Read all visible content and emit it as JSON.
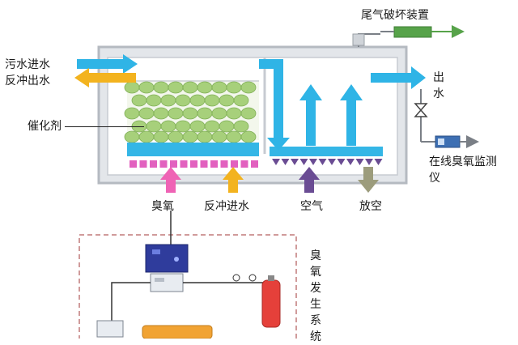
{
  "labels": {
    "wastewater_in": "污水进水",
    "backwash_out": "反冲出水",
    "catalyst": "催化剂",
    "ozone": "臭氧",
    "backwash_in": "反冲进水",
    "air": "空气",
    "vent": "放空",
    "outlet": "出水",
    "tail_gas": "尾气破坏装置",
    "online_monitor": "在线臭氧监测仪",
    "generator_system": "臭氧发生系统"
  },
  "colors": {
    "tank_fill": "#e3e6ea",
    "tank_stroke": "#b5bac1",
    "catalyst_ball": "#a7d07b",
    "water_arrow": "#2fb4e6",
    "backwash_arrow": "#f3b31f",
    "ozone_arrow": "#ef63b5",
    "air_arrow": "#6a4c93",
    "vent_arrow": "#9c9c7c",
    "distributor": "#e261bf",
    "diffuser": "#6a4c93",
    "green_device": "#57a34a",
    "gas_cylinder": "#e5403a",
    "dashed_frame": "#c07a7a"
  }
}
